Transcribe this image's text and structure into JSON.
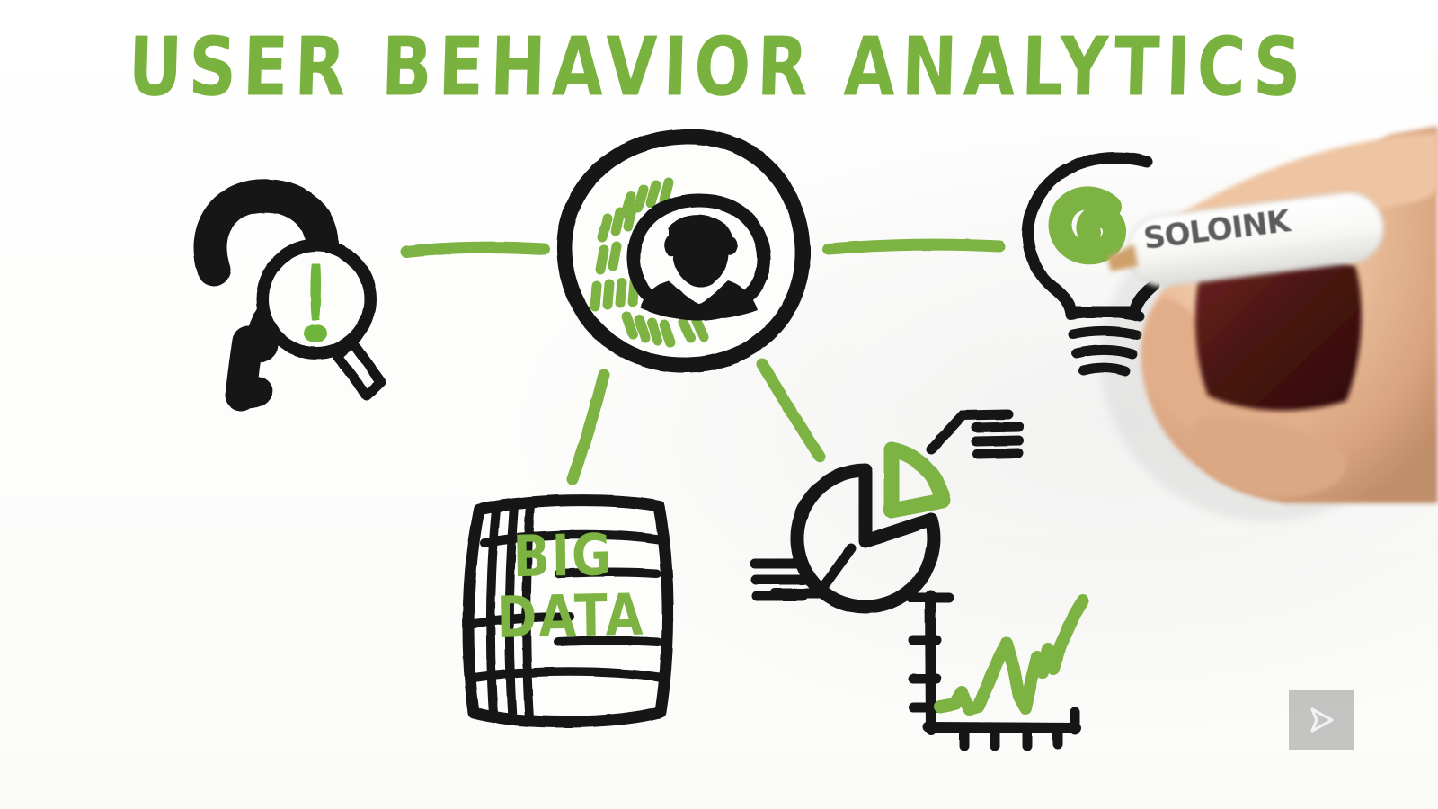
{
  "scene": {
    "kind": "whiteboard-animation-frame",
    "background_color": "#fdfdfc",
    "accent_green": "#7cb342",
    "ink_black": "#1a1a1a"
  },
  "title": {
    "text": "USER BEHAVIOR ANALYTICS",
    "color": "#7ab23f"
  },
  "nodes": {
    "question_search": {
      "name": "question-mark-with-magnifier",
      "description": "Large black question mark overlaid by a magnifying glass containing a green exclamation mark",
      "inner_symbol": "!",
      "inner_symbol_color": "#6fb53a"
    },
    "eye_user": {
      "name": "eye-with-user-silhouette",
      "description": "Concentric hand-drawn circles forming an eye, black person silhouette at the center, green dash marks arcing around the iris",
      "dash_color": "#7cb342",
      "dash_rows": 6
    },
    "lightbulb": {
      "name": "lightbulb-idea",
      "description": "Hand-drawn lightbulb with green swirl inside and a ribbed screw base, partly covered by the drawing hand",
      "swirl_color": "#7cb342"
    },
    "big_data_barrel": {
      "name": "big-data-barrel",
      "label_line_1": "BIG",
      "label_line_2": "DATA",
      "label_color": "#7cb342"
    },
    "pie_chart": {
      "name": "pie-chart",
      "description": "Hand-drawn pie chart with one exploded green wedge and a black remainder, leader lines to text stubs",
      "slice_color_primary": "#1a1a1a",
      "slice_color_exploded": "#7cb342",
      "callout_lines_top_right": 4,
      "callout_lines_bottom_left": 3
    },
    "line_graph": {
      "name": "line-graph",
      "description": "Black L-shaped axes with tick marks and a green zigzag trend line rising to the right",
      "line_color": "#7cb342",
      "y_ticks": 4,
      "x_ticks": 4
    }
  },
  "connectors": [
    {
      "name": "connector-question-to-eye",
      "from": "question_search",
      "to": "eye_user",
      "color": "#7cb342",
      "orientation": "horizontal"
    },
    {
      "name": "connector-eye-to-lightbulb",
      "from": "eye_user",
      "to": "lightbulb",
      "color": "#7cb342",
      "orientation": "horizontal"
    },
    {
      "name": "connector-eye-to-bigdata",
      "from": "eye_user",
      "to": "big_data_barrel",
      "color": "#7cb342",
      "orientation": "diagonal-down-left"
    },
    {
      "name": "connector-eye-to-pie",
      "from": "eye_user",
      "to": "pie_chart",
      "color": "#7cb342",
      "orientation": "diagonal-down-right"
    }
  ],
  "hand": {
    "name": "drawing-hand",
    "description": "Photographic hand gripping a white marker, drawing the lightbulb",
    "skin_color": "#e8b794",
    "marker_barrel_color": "#fbfbfb",
    "marker_body_color": "#4a1512",
    "marker_brand_text": "SOLOINK"
  },
  "player": {
    "name": "play-button-overlay",
    "glyph": "▶",
    "background_color": "rgba(150,150,150,0.55)",
    "glyph_color": "#f2f2f2"
  }
}
